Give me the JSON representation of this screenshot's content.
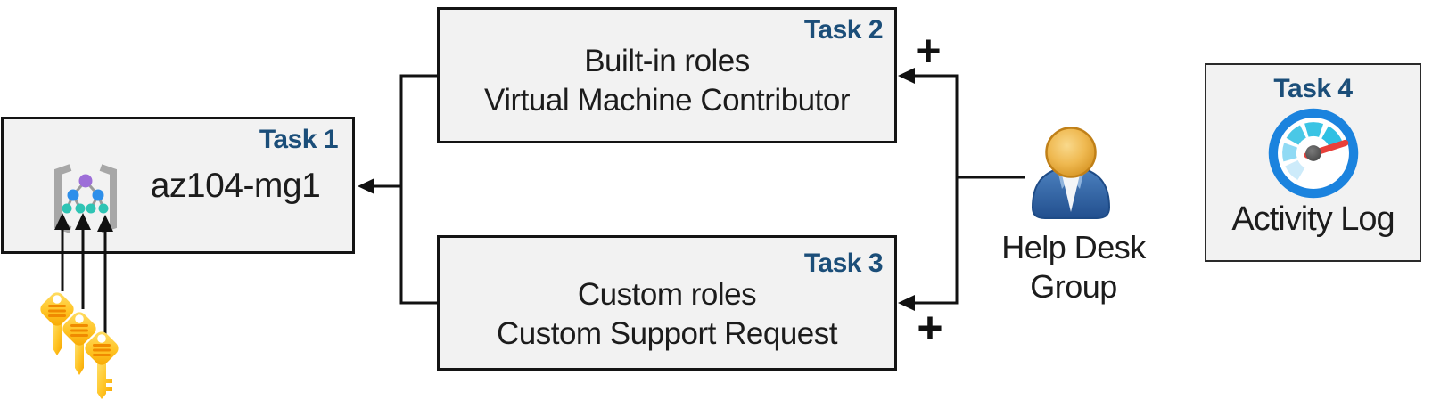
{
  "tasks": [
    {
      "label": "Task 1",
      "name": "az104-mg1",
      "icon": "management-group-icon"
    },
    {
      "label": "Task 2",
      "lines": [
        "Built-in roles",
        "Virtual Machine Contributor"
      ]
    },
    {
      "label": "Task 3",
      "lines": [
        "Custom roles",
        "Custom Support Request"
      ]
    },
    {
      "label": "Task 4",
      "caption": "Activity Log",
      "icon": "activity-gauge-icon"
    }
  ],
  "actor": {
    "icon": "person-icon",
    "label_lines": [
      "Help Desk",
      "Group"
    ]
  },
  "annotations": {
    "plus_task2": "+",
    "plus_task3": "+"
  },
  "decorations": {
    "keys_icon": "keys-icon",
    "key_count": 3
  },
  "colors": {
    "task_label": "#1B4E79",
    "box_fill": "#F2F2F2",
    "box_border": "#141414",
    "connector": "#111111",
    "text": "#1C1C1C",
    "key_gold_light": "#FFDE55",
    "key_gold_dark": "#F7A600",
    "key_stripe": "#F08A00",
    "gauge_ring": "#1B83DE",
    "gauge_needle": "#E8403A",
    "person_body": "#2A5EA8",
    "person_head": "#EFB951"
  }
}
